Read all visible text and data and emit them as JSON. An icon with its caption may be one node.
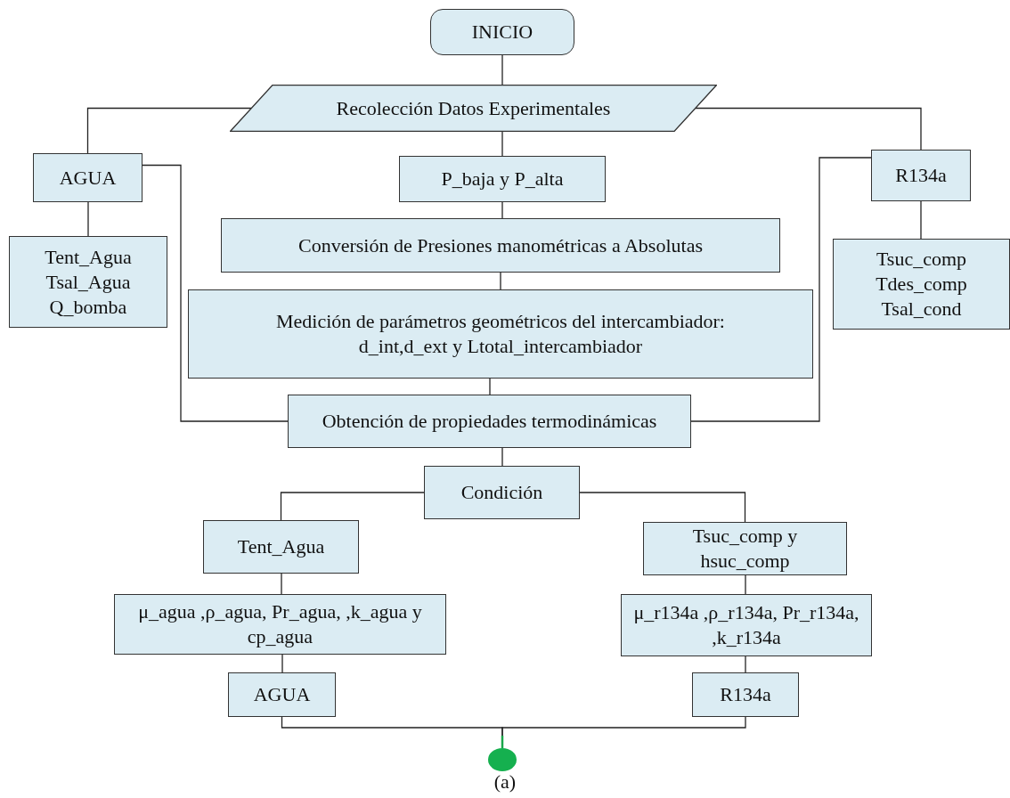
{
  "diagram": {
    "caption": "(a)",
    "nodes": [
      {
        "text": [
          "INICIO"
        ]
      },
      {
        "text": [
          "Recolección Datos Experimentales"
        ]
      },
      {
        "text": [
          "AGUA"
        ]
      },
      {
        "text": [
          "P_baja y  P_alta"
        ]
      },
      {
        "text": [
          "R134a"
        ]
      },
      {
        "text": [
          "Tent_Agua",
          "Tsal_Agua",
          "Q_bomba"
        ]
      },
      {
        "text": [
          "Conversión de Presiones  manométricas a Absolutas"
        ]
      },
      {
        "text": [
          "Tsuc_comp",
          "Tdes_comp",
          "Tsal_cond"
        ]
      },
      {
        "text": [
          "Medición de parámetros geométricos del intercambiador:",
          "d_int,d_ext y Ltotal_intercambiador"
        ]
      },
      {
        "text": [
          "Obtención de propiedades termodinámicas"
        ]
      },
      {
        "text": [
          "Condición"
        ]
      },
      {
        "text": [
          "Tent_Agua"
        ]
      },
      {
        "text": [
          "Tsuc_comp y hsuc_comp"
        ]
      },
      {
        "text": [
          "μ_agua ,ρ_agua, Pr_agua, ,k_agua y cp_agua"
        ]
      },
      {
        "text": [
          "μ_r134a ,ρ_r134a, Pr_r134a,  ,k_r134a"
        ]
      },
      {
        "text": [
          "AGUA"
        ]
      },
      {
        "text": [
          "R134a"
        ]
      },
      {
        "text": [],
        "shape": "circle"
      }
    ],
    "edges": [
      {
        "from": 0,
        "to": 1,
        "arrow": "none"
      },
      {
        "from": 1,
        "to": 2,
        "arrow": "none"
      },
      {
        "from": 1,
        "to": 3,
        "arrow": "none"
      },
      {
        "from": 1,
        "to": 4,
        "arrow": "none"
      },
      {
        "from": 2,
        "to": 5,
        "arrow": "none"
      },
      {
        "from": 3,
        "to": 6,
        "arrow": "none"
      },
      {
        "from": 6,
        "to": 8,
        "arrow": "none"
      },
      {
        "from": 4,
        "to": 7,
        "arrow": "none"
      },
      {
        "from": 8,
        "to": 9,
        "arrow": "none"
      },
      {
        "from": 2,
        "to": 9,
        "arrow": "none"
      },
      {
        "from": 4,
        "to": 9,
        "arrow": "none"
      },
      {
        "from": 9,
        "to": 10,
        "arrow": "none"
      },
      {
        "from": 10,
        "to": 11,
        "arrow": "none"
      },
      {
        "from": 10,
        "to": 12,
        "arrow": "none"
      },
      {
        "from": 11,
        "to": 13,
        "arrow": "none"
      },
      {
        "from": 12,
        "to": 14,
        "arrow": "none"
      },
      {
        "from": 13,
        "to": 15,
        "arrow": "none"
      },
      {
        "from": 14,
        "to": 16,
        "arrow": "none"
      },
      {
        "from": 15,
        "to": 17,
        "arrow": "none"
      },
      {
        "from": 16,
        "to": 17,
        "arrow": "none"
      }
    ]
  }
}
